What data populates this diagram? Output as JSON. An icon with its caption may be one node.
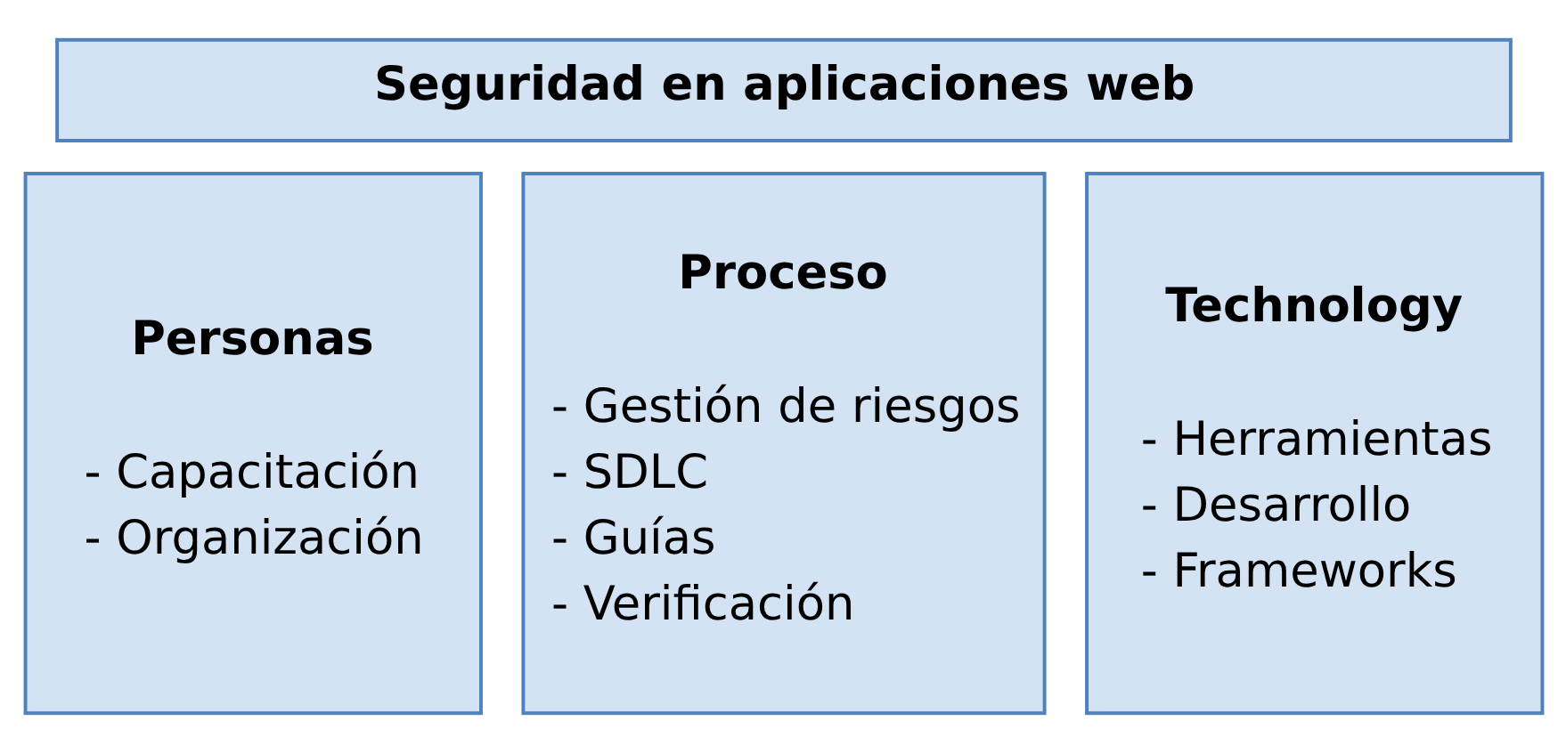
{
  "diagram": {
    "nodes": [
      {
        "text": [
          "Seguridad en aplicaciones web"
        ]
      },
      {
        "text": [
          "Personas",
          "- Capacitación",
          "- Organización"
        ]
      },
      {
        "text": [
          "Proceso",
          "- Gestión de riesgos",
          "- SDLC",
          "- Guías",
          "- Verificación"
        ]
      },
      {
        "text": [
          "Technology",
          "- Herramientas",
          "- Desarrollo",
          "- Frameworks"
        ]
      }
    ],
    "edges": []
  }
}
